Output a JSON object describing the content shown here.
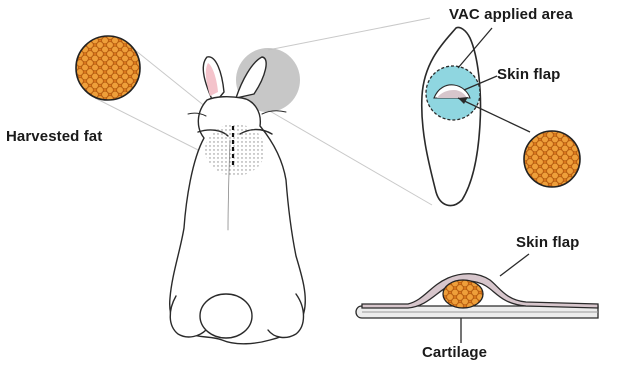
{
  "labels": {
    "vac_applied_area": "VAC applied area",
    "skin_flap_top": "Skin flap",
    "harvested_fat": "Harvested fat",
    "skin_flap_bottom": "Skin flap",
    "cartilage": "Cartilage"
  },
  "colors": {
    "fat_fill": "#E07A1C",
    "fat_cell_fill": "#EE9F3A",
    "fat_cell_stroke": "#B35A0E",
    "vac_area": "#8FD6E0",
    "magnifier_gray": "#BDBDBD",
    "outline": "#222222",
    "ear_inner": "#F4C3CB",
    "skin_flap_fill": "#D7C6CC"
  }
}
